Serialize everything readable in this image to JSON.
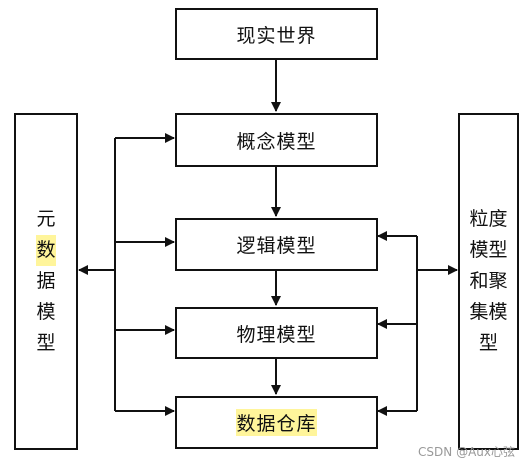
{
  "boxes": {
    "real_world": "现实世界",
    "conceptual_model": "概念模型",
    "logical_model": "逻辑模型",
    "physical_model": "物理模型",
    "data_warehouse": "数据仓库"
  },
  "left_box": {
    "lines": [
      "元",
      "数",
      "据",
      "模",
      "型"
    ],
    "highlight_index": 1
  },
  "right_box": {
    "lines": [
      "粒度",
      "模型",
      "和聚",
      "集模",
      "型"
    ]
  },
  "highlight_color": "#fff59b",
  "watermark": "CSDN @Aux心弦"
}
